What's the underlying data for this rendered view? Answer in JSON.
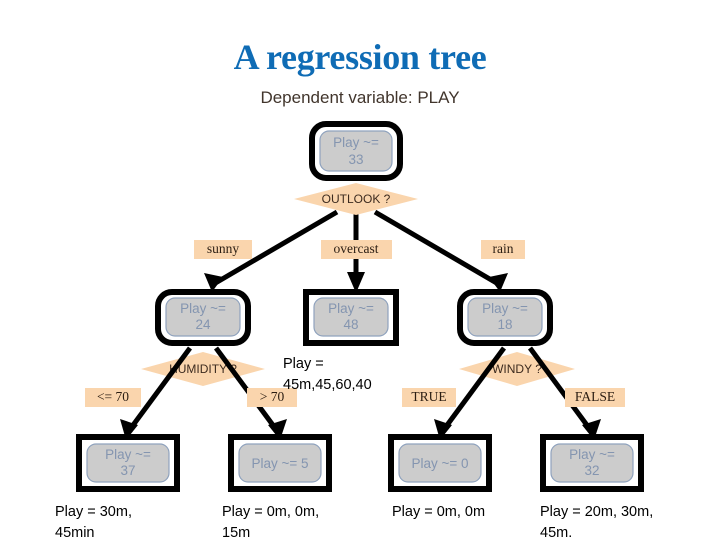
{
  "header": {
    "title": "A regression tree",
    "subtitle": "Dependent variable: PLAY",
    "title_color": "#0f6cb5",
    "subtitle_color": "#41352c"
  },
  "palette": {
    "node_fill": "#cccccc",
    "node_border": "#000000",
    "node_text": "#8495b0",
    "diamond_fill": "#fad5ad",
    "diamond_text": "#3d2b1f",
    "edge": "#000000",
    "background": "#ffffff"
  },
  "tree": {
    "root": {
      "name": "root-node",
      "line1": "Play ~=",
      "line2": "33",
      "shape": "rounded"
    },
    "root_split": {
      "name": "outlook-decision",
      "label": "OUTLOOK ?"
    },
    "root_branches": [
      {
        "name": "branch-sunny",
        "label": "sunny"
      },
      {
        "name": "branch-overcast",
        "label": "overcast"
      },
      {
        "name": "branch-rain",
        "label": "rain"
      }
    ],
    "level2": [
      {
        "name": "node-sunny",
        "line1": "Play ~=",
        "line2": "24",
        "shape": "rounded"
      },
      {
        "name": "node-overcast",
        "line1": "Play ~=",
        "line2": "48",
        "shape": "sharp"
      },
      {
        "name": "node-rain",
        "line1": "Play ~=",
        "line2": "18",
        "shape": "rounded"
      }
    ],
    "level2_splits": [
      {
        "name": "humidity-decision",
        "label": "HUMIDITY ?"
      },
      {
        "name": "windy-decision",
        "label": "WINDY ?"
      }
    ],
    "level2_branches": [
      {
        "name": "branch-humidity-le70",
        "label": "<= 70"
      },
      {
        "name": "branch-humidity-gt70",
        "label": "> 70"
      },
      {
        "name": "branch-windy-true",
        "label": "TRUE"
      },
      {
        "name": "branch-windy-false",
        "label": "FALSE"
      }
    ],
    "leaves": [
      {
        "name": "leaf-humidity-le70",
        "line1": "Play ~=",
        "line2": "37",
        "shape": "sharp"
      },
      {
        "name": "leaf-humidity-gt70",
        "line1": "Play ~= 5",
        "line2": "",
        "shape": "sharp"
      },
      {
        "name": "leaf-windy-true",
        "line1": "Play ~= 0",
        "line2": "",
        "shape": "sharp"
      },
      {
        "name": "leaf-windy-false",
        "line1": "Play ~=",
        "line2": "32",
        "shape": "sharp"
      }
    ],
    "overcast_note": "Play =\n45m,45,60,40",
    "leaf_captions": [
      "Play = 30m,\n45min",
      "Play = 0m, 0m,\n15m",
      "Play = 0m, 0m",
      "Play = 20m, 30m,\n45m."
    ]
  }
}
